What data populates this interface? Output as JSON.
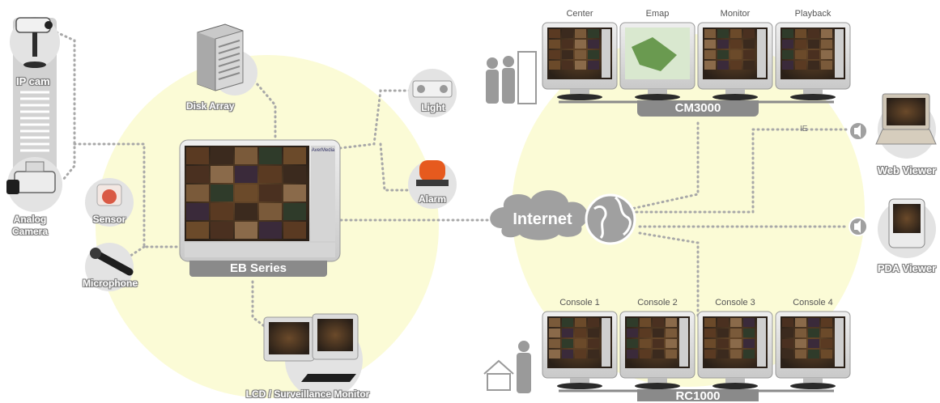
{
  "labels": {
    "ip_cam": "IP cam",
    "analog_camera_1": "Analog",
    "analog_camera_2": "Camera",
    "disk_array": "Disk Array",
    "sensor": "Sensor",
    "microphone": "Microphone",
    "eb_series": "EB Series",
    "light": "Light",
    "alarm": "Alarm",
    "lcd_monitor": "LCD / Surveillance Monitor",
    "internet": "Internet",
    "cm3000": "CM3000",
    "rc1000": "RC1000",
    "ie": "IE",
    "web_viewer": "Web Viewer",
    "pda_viewer": "PDA Viewer"
  },
  "cm3000_monitors": [
    "Center",
    "Emap",
    "Monitor",
    "Playback"
  ],
  "rc1000_monitors": [
    "Console 1",
    "Console 2",
    "Console 3",
    "Console 4"
  ],
  "colors": {
    "background_circle": "#fbfbd6",
    "connector": "#a8a8a8",
    "label_outline": "#7d7d7d",
    "bar_fill": "#8a8a8a"
  }
}
